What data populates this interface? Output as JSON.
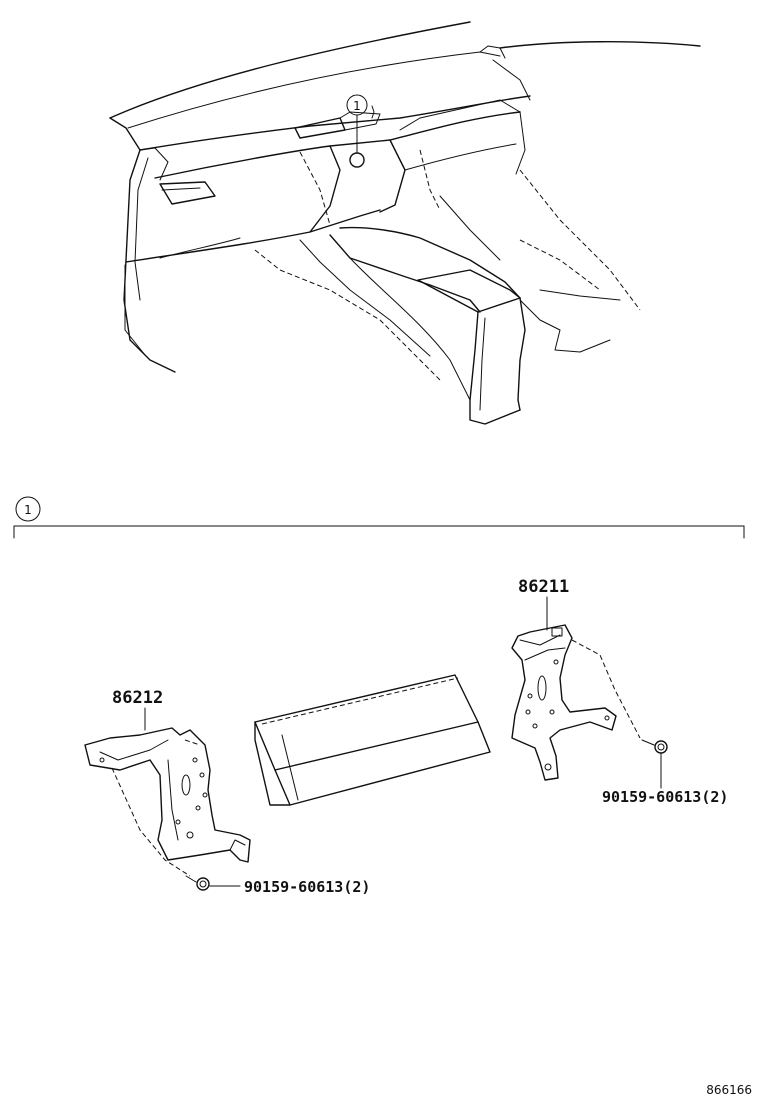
{
  "callouts": {
    "detail_marker": "1"
  },
  "parts": {
    "right_bracket": "86211",
    "left_bracket": "86212",
    "screw_right": "90159-60613(2)",
    "screw_left": "90159-60613(2)"
  },
  "footer": {
    "figure_id": "866166"
  },
  "icons": [
    "circle-reference-marker-icon",
    "screw-icon",
    "bracket-icon",
    "display-unit-icon"
  ]
}
